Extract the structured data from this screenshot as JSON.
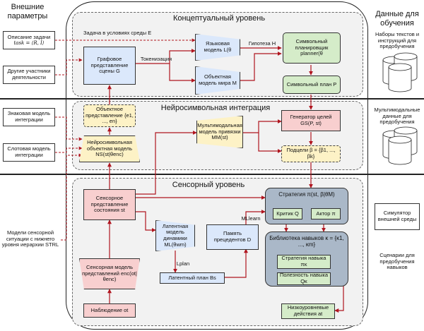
{
  "left_header": "Внешние параметры",
  "right_header": "Данные для обучения",
  "levels": {
    "conceptual": "Концептуальный уровень",
    "neurosymbolic": "Нейросимвольная интеграция",
    "sensory": "Сенсорный уровень"
  },
  "left_params": {
    "task": "Описание задачи",
    "task_formula": "task = ⟨R, I⟩",
    "other_agents": "Другие участники деятельности",
    "sign_model": "Знаковая модель интеграции",
    "slot_model": "Слотовая модель интеграции",
    "sensor_model": "Модели сенсорной ситуации с нижнего уровня иерархии STRL"
  },
  "right_data": {
    "texts": "Наборы текстов и инструкций для предобучения",
    "multimodal": "Мультимодальные данные для предобучения",
    "simulator": "Симулятор внешней среды",
    "scenarios": "Сценарии для предобучения навыков"
  },
  "conceptual": {
    "task_label": "Задача в условиях среды E",
    "graph_box": "Графовое представление сцены G",
    "graph_sub": "t",
    "tokenization": "Токенизация",
    "lang_model": "Языковая модель L(θ",
    "lang_model_sub": "llm",
    "world_model": "Объектная модель мира M",
    "world_model_sub": "O(θwm)",
    "hypothesis": "Гипотеза H",
    "planner": "Символьный планировщик planner(θ",
    "planner_sub": "plan",
    "plan": "Символьный план P"
  },
  "neuro": {
    "obj_repr": "Объектное представление {e1, ..., en}",
    "ns_model": "Нейросимвольная объектная модель NS(st|θenc)",
    "mm_model": "Мультимодальная модель привязки MM(st)",
    "goal_gen": "Генератор целей GS(P, st)",
    "subgoals": "Подцели β = {β1, ..., βk}"
  },
  "sensory": {
    "sensor_repr": "Сенсорное представление состояния st",
    "encoder": "Сенсорная модель представлений enc(ot|θenc)",
    "observation": "Наблюдение ot",
    "latent_model": "Латентная модель динамики ML(θwm)",
    "memory": "Память прецедентов D",
    "latent_plan": "Латентный план Bs",
    "lplan": "Lplan",
    "mllearn": "MLlearn",
    "strategy": "Стратегия π(st, β|θM)",
    "critic": "Критик Q",
    "actor": "Актор π",
    "library": "Библиотека навыков κ = {κ1, ..., κm}",
    "skill_strategy": "Стратегия навыка πκ",
    "skill_utility": "Полезность навыка Qκ",
    "low_actions": "Низкоуровневые действия at"
  }
}
